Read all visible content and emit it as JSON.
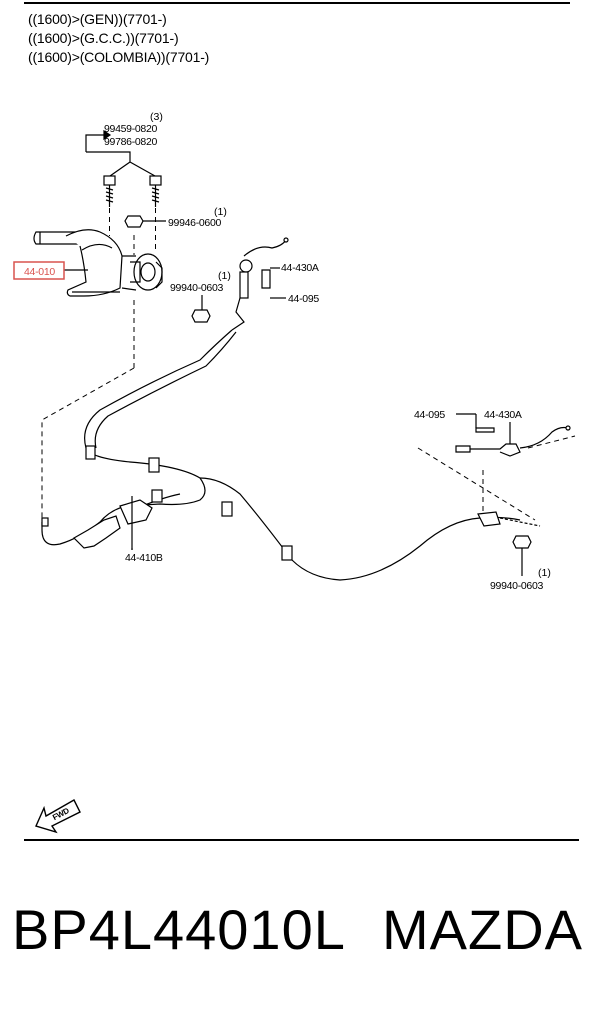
{
  "applicability": [
    "((1600)>(GEN))(7701-)",
    "((1600)>(G.C.C.))(7701-)",
    "((1600)>(COLOMBIA))(7701-)"
  ],
  "labels": {
    "bolt_qty": "(3)",
    "bolt_a": "99459-0820",
    "bolt_b": "99786-0820",
    "nut_top_qty": "(1)",
    "nut_top": "99946-0600",
    "lever_assy": "44-010",
    "nut_mid_qty": "(1)",
    "nut_mid": "99940-0603",
    "cable_front": "44-430A",
    "clip_front": "44-095",
    "clip_right": "44-095",
    "cable_right": "44-430A",
    "rear_cable": "44-410B",
    "nut_right_qty": "(1)",
    "nut_right": "99940-0603",
    "fwd": "FWD"
  },
  "highlight_color": "#d9534f",
  "part_number": "BP4L44010L",
  "brand": "MAZDA"
}
